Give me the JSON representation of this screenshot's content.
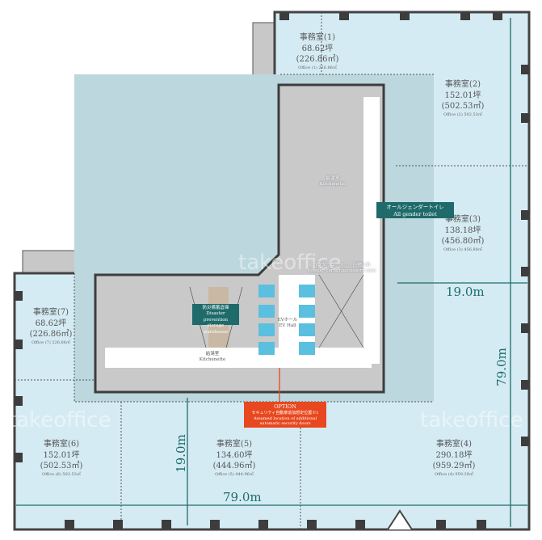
{
  "offices": [
    {
      "id": "1",
      "name": "事務室(1)",
      "tsubo": "68.62坪",
      "sqm": "(226.86㎡)",
      "en": "Office (1) 226.86㎡"
    },
    {
      "id": "2",
      "name": "事務室(2)",
      "tsubo": "152.01坪",
      "sqm": "(502.53㎡)",
      "en": "Office (2) 502.53㎡"
    },
    {
      "id": "3",
      "name": "事務室(3)",
      "tsubo": "138.18坪",
      "sqm": "(456.80㎡)",
      "en": "Office (3) 456.80㎡"
    },
    {
      "id": "4",
      "name": "事務室(4)",
      "tsubo": "290.18坪",
      "sqm": "(959.29㎡)",
      "en": "Office (4) 959.29㎡"
    },
    {
      "id": "5",
      "name": "事務室(5)",
      "tsubo": "134.60坪",
      "sqm": "(444.96㎡)",
      "en": "Office (5) 444.96㎡"
    },
    {
      "id": "6",
      "name": "事務室(6)",
      "tsubo": "152.01坪",
      "sqm": "(502.53㎡)",
      "en": "Office (6) 502.53㎡"
    },
    {
      "id": "7",
      "name": "事務室(7)",
      "tsubo": "68.62坪",
      "sqm": "(226.86㎡)",
      "en": "Office (7) 226.86㎡"
    }
  ],
  "dimensions": {
    "right_depth": "19.0m",
    "right_height": "79.0m",
    "bottom_depth": "19.0m",
    "bottom_width": "79.0m"
  },
  "callouts": {
    "toilet": {
      "ja": "オールジェンダートイレ",
      "en": "All gender toilet"
    },
    "storage": {
      "ja": "防災備蓄倉庫",
      "en1": "Disaster prevention",
      "en2": "storage warehouse"
    },
    "option": {
      "title": "OPTION",
      "ja": "セキュリティ自動扉追加想定位置※1",
      "en1": "Assumed location of additional",
      "en2": "automatic security doors"
    },
    "kitchen_top": {
      "ja": "給湯室",
      "en": "Kitchenette"
    },
    "kitchen_bottom": {
      "ja": "給湯室",
      "en": "Kitchenette"
    },
    "powder": {
      "ja": "パウダーコーナー・小物入れ",
      "en": "Powder corner/accessory case"
    },
    "ev": {
      "ja": "EVホール",
      "en": "EV Hall"
    }
  },
  "watermark": "takeoffice",
  "colors": {
    "office": "#d5ebf3",
    "core_zone": "#bcd7dd",
    "core": "#c9c9c9",
    "wall": "#3d3d3d",
    "teal": "#1f6a6a",
    "option": "#e8481f"
  }
}
